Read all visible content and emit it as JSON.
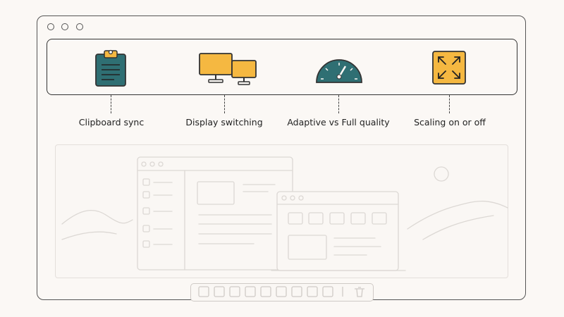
{
  "features": [
    {
      "label": "Clipboard sync",
      "icon": "clipboard-icon"
    },
    {
      "label": "Display switching",
      "icon": "dual-monitor-icon"
    },
    {
      "label": "Adaptive vs Full quality",
      "icon": "gauge-icon"
    },
    {
      "label": "Scaling on or off",
      "icon": "expand-arrows-icon"
    }
  ],
  "colors": {
    "teal": "#2f6f73",
    "amber": "#f5b841",
    "outline": "#333333",
    "background": "#fbf8f5",
    "sketch": "#dcd8d4"
  }
}
